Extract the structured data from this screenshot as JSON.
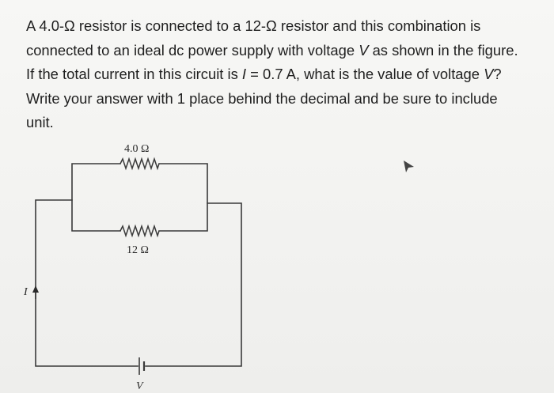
{
  "question": {
    "line1": "A 4.0-Ω resistor is connected to a 12-Ω resistor and this combination is",
    "line2_pre": "connected to an ideal dc power supply with voltage ",
    "line2_var": "V",
    "line2_post": " as shown in the figure.",
    "line3_pre": "If the total current in this circuit is ",
    "line3_var1": "I",
    "line3_mid": " = 0.7 A, what is the value of voltage ",
    "line3_var2": "V",
    "line3_post": "?",
    "line4": "Write your answer with 1 place behind the decimal and be sure to include",
    "line5": "unit."
  },
  "figure": {
    "resistor_top_label": "4.0 Ω",
    "resistor_bottom_label": "12 Ω",
    "current_label": "I",
    "source_label": "V",
    "wire_color": "#3a3a3a"
  }
}
